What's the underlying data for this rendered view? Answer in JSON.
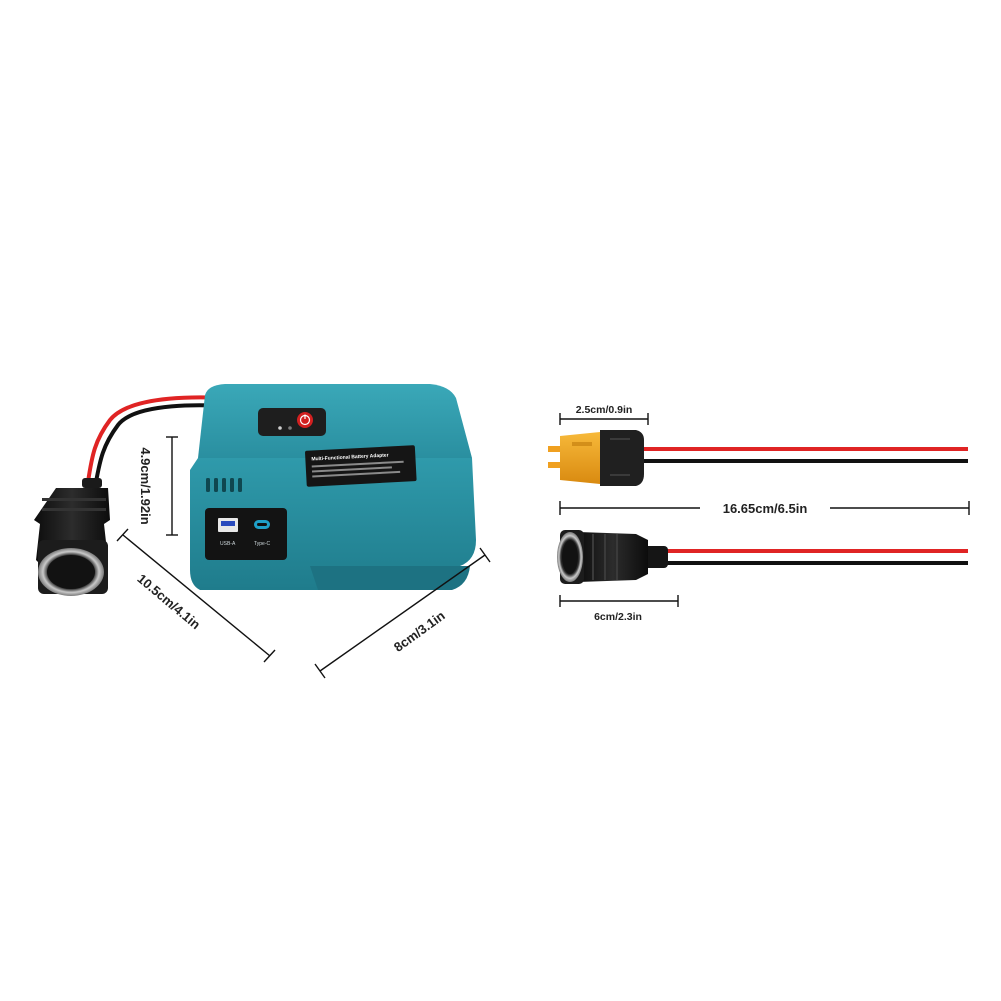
{
  "image": {
    "description_free": true,
    "product_adapter": {
      "sticker_title": "Multi-Functional Battery Adapter",
      "usb_a_label": "USB-A",
      "usb_c_label": "Type-C",
      "body_color": "#2a97a8",
      "cable_colors": {
        "positive": "#e02424",
        "negative": "#111111"
      }
    },
    "dimensions": {
      "height": "4.9cm/1.92in",
      "depth": "10.5cm/4.1in",
      "width": "8cm/3.1in",
      "xt60_head": "2.5cm/0.9in",
      "cable_length": "16.65cm/6.5in",
      "socket_length": "6cm/2.3in"
    },
    "connector_colors": {
      "xt60": "#f2a51c",
      "socket": "#1b1b1b"
    }
  }
}
